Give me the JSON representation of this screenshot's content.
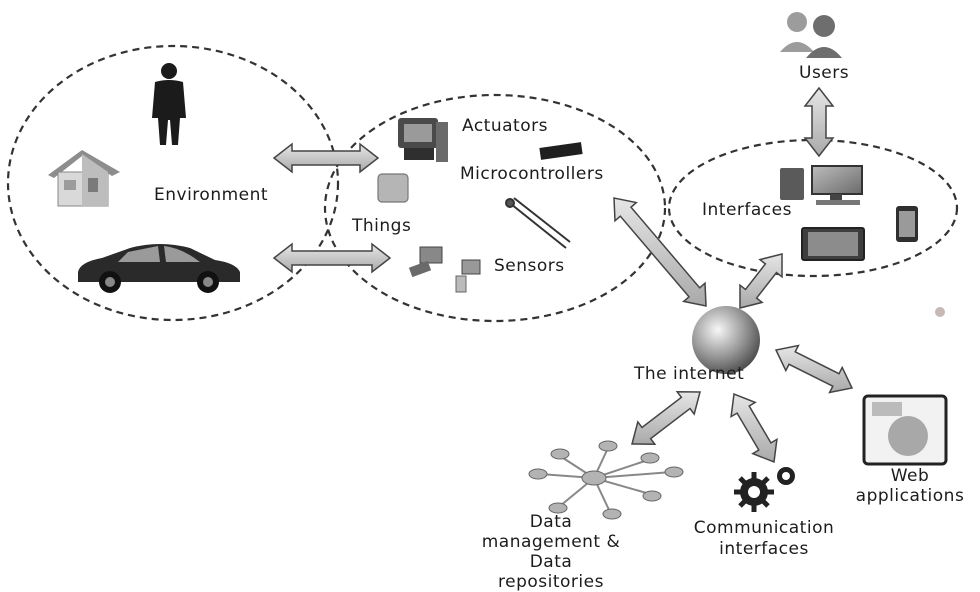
{
  "labels": {
    "environment": "Environment",
    "things": "Things",
    "actuators": "Actuators",
    "microcontrollers": "Microcontrollers",
    "sensors": "Sensors",
    "users": "Users",
    "interfaces": "Interfaces",
    "the_internet": "The internet",
    "web_applications_1": "Web",
    "web_applications_2": "applications",
    "communication_1": "Communication",
    "communication_2": "interfaces",
    "data_1": "Data",
    "data_2": "management &",
    "data_3": "Data",
    "data_4": "repositories"
  }
}
